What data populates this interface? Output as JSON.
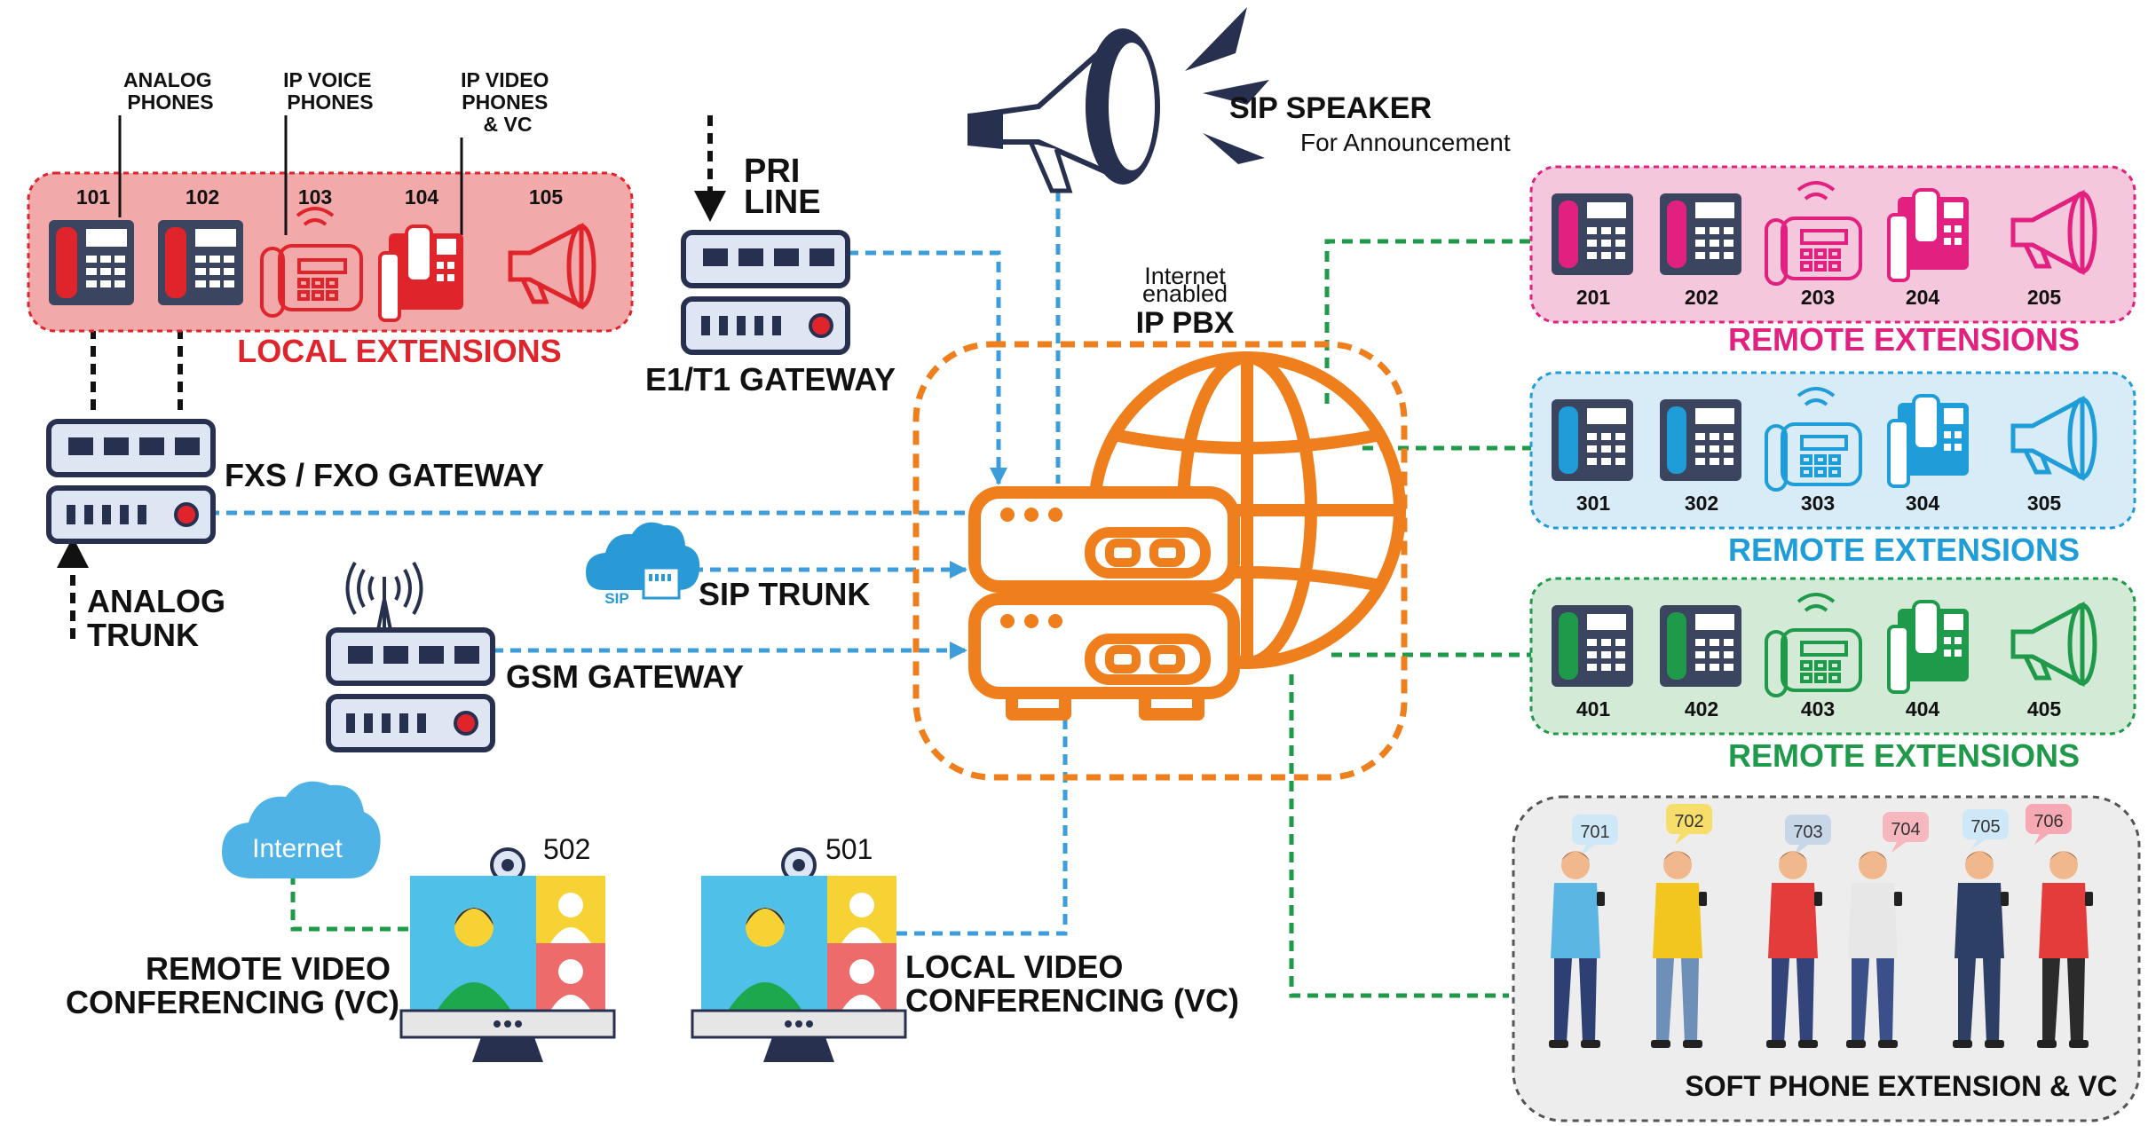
{
  "colors": {
    "blue_line": "#3d9ddb",
    "green_line": "#1f9a4a",
    "orange": "#ee7f1c",
    "navy": "#27304f",
    "red": "#e0242b",
    "pink": "#e2207f",
    "cyan": "#1f9dd9",
    "green": "#1f9a4a"
  },
  "local": {
    "header_analog": [
      "ANALOG",
      "PHONES"
    ],
    "header_ip_voice": [
      "IP VOICE",
      "PHONES"
    ],
    "header_ip_video": [
      "IP VIDEO",
      "PHONES",
      "& VC"
    ],
    "extensions": [
      "101",
      "102",
      "103",
      "104",
      "105"
    ],
    "label": "LOCAL EXTENSIONS"
  },
  "pri": {
    "label": [
      "PRI",
      "LINE"
    ],
    "gateway_label": "E1/T1 GATEWAY"
  },
  "speaker": {
    "title": "SIP SPEAKER",
    "subtitle": "For Announcement"
  },
  "pbx": {
    "label_1": "Internet",
    "label_2": "enabled",
    "label_3": "IP PBX"
  },
  "fxs": {
    "label": "FXS / FXO GATEWAY",
    "trunk": [
      "ANALOG",
      "TRUNK"
    ]
  },
  "sip": {
    "label": "SIP TRUNK",
    "badge": "SIP"
  },
  "gsm": {
    "label": "GSM GATEWAY"
  },
  "remote_groups": [
    {
      "extensions": [
        "201",
        "202",
        "203",
        "204",
        "205"
      ],
      "label": "REMOTE EXTENSIONS"
    },
    {
      "extensions": [
        "301",
        "302",
        "303",
        "304",
        "305"
      ],
      "label": "REMOTE EXTENSIONS"
    },
    {
      "extensions": [
        "401",
        "402",
        "403",
        "404",
        "405"
      ],
      "label": "REMOTE EXTENSIONS"
    }
  ],
  "soft": {
    "extensions": [
      "701",
      "702",
      "703",
      "704",
      "705",
      "706"
    ],
    "label": "SOFT PHONE EXTENSION & VC"
  },
  "vc": {
    "internet": "Internet",
    "remote_ext": "502",
    "remote_label": [
      "REMOTE VIDEO",
      "CONFERENCING (VC)"
    ],
    "local_ext": "501",
    "local_label": [
      "LOCAL VIDEO",
      "CONFERENCING (VC)"
    ]
  }
}
